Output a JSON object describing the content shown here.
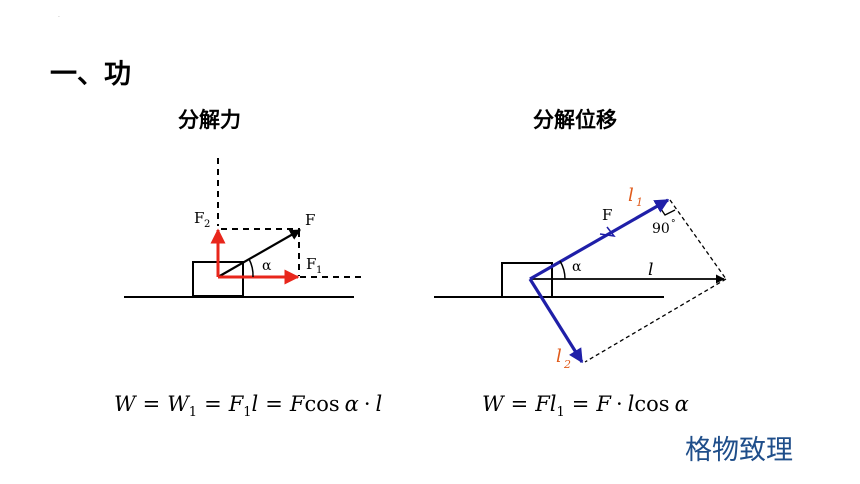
{
  "heading": "一、功",
  "left_panel": {
    "title": "分解力",
    "label_F": "F",
    "label_F1": "F",
    "label_F1_sub": "1",
    "label_F2": "F",
    "label_F2_sub": "2",
    "label_alpha": "α",
    "formula": {
      "W": "W",
      "eq1": "=",
      "W1": "W",
      "W1_sub": "1",
      "eq2": "=",
      "F1": "F",
      "F1_sub": "1",
      "l": "l",
      "eq3": "=",
      "F": "F",
      "cos": "cos",
      "alpha": "α",
      "dot": "·",
      "l2": "l"
    }
  },
  "right_panel": {
    "title": "分解位移",
    "label_F": "F",
    "label_l1": "l",
    "label_l1_sub": "1",
    "label_l2": "l",
    "label_l2_sub": "2",
    "label_l": "l",
    "label_alpha": "α",
    "label_90": "90",
    "label_deg": "°",
    "formula": {
      "W": "W",
      "eq1": "=",
      "F": "F",
      "l1": "l",
      "l1_sub": "1",
      "eq2": "=",
      "F2": "F",
      "dot": "·",
      "l": "l",
      "cos": "cos",
      "alpha": "α"
    }
  },
  "brand": "格物致理",
  "colors": {
    "red_arrow": "#e8261b",
    "blue_arrow": "#1f1fa8",
    "orange_label": "#e05a1a",
    "brand": "#1f4e8a"
  }
}
